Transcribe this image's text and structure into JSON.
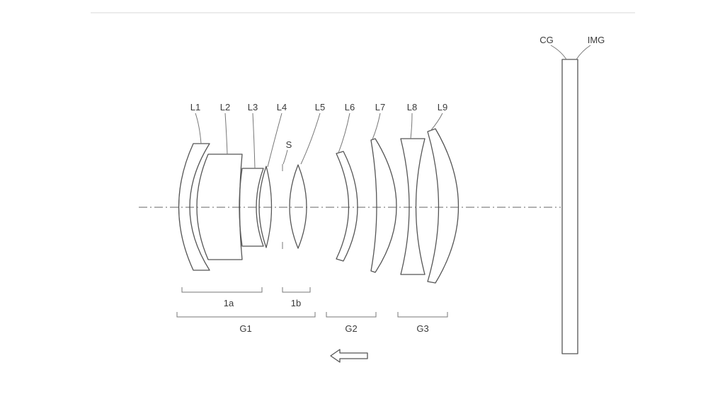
{
  "diagram": {
    "lens_labels": [
      "L1",
      "L2",
      "L3",
      "L4",
      "L5",
      "L6",
      "L7",
      "L8",
      "L9"
    ],
    "stop_label": "S",
    "cover_glass_label": "CG",
    "image_plane_label": "IMG",
    "subgroup_labels": [
      "1a",
      "1b"
    ],
    "group_labels": [
      "G1",
      "G2",
      "G3"
    ],
    "arrow_icon": "left-arrow-icon",
    "colors": {
      "line": "#555555",
      "text": "#3a3a3a",
      "background": "#ffffff"
    }
  }
}
